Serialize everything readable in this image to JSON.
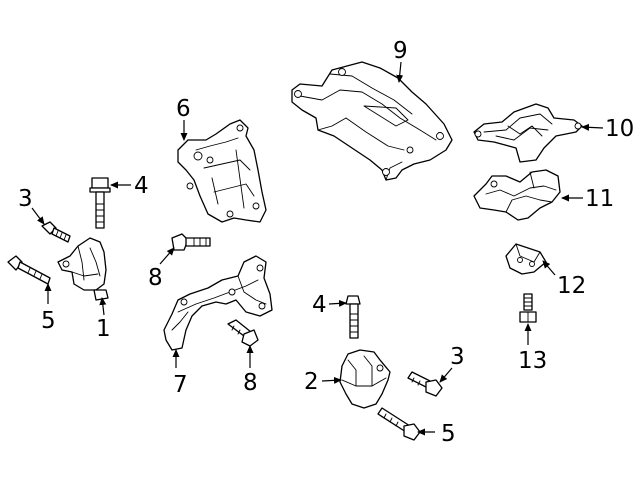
{
  "callouts": {
    "c1": "1",
    "c2": "2",
    "c3a": "3",
    "c3b": "3",
    "c4a": "4",
    "c4b": "4",
    "c5a": "5",
    "c5b": "5",
    "c6": "6",
    "c7": "7",
    "c8a": "8",
    "c8b": "8",
    "c9": "9",
    "c10": "10",
    "c11": "11",
    "c12": "12",
    "c13": "13"
  },
  "colors": {
    "line": "#000000",
    "background": "#ffffff"
  }
}
